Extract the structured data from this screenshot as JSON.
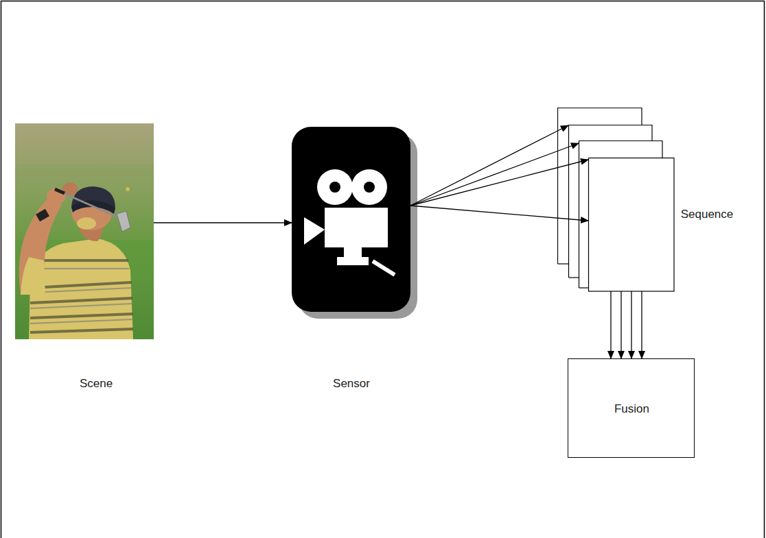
{
  "diagram": {
    "nodes": [
      {
        "text": [
          "Scene"
        ]
      },
      {
        "text": [
          "Sensor"
        ]
      },
      {
        "text": [
          "Sequence"
        ]
      },
      {
        "text": [
          "Fusion"
        ]
      }
    ],
    "edges": [
      {
        "from": 0,
        "to": 1,
        "arrow": "to"
      },
      {
        "from": 1,
        "to": 2,
        "arrow": "to"
      },
      {
        "from": 1,
        "to": 2,
        "arrow": "to"
      },
      {
        "from": 1,
        "to": 2,
        "arrow": "to"
      },
      {
        "from": 1,
        "to": 2,
        "arrow": "to"
      },
      {
        "from": 2,
        "to": 3,
        "arrow": "to"
      },
      {
        "from": 2,
        "to": 3,
        "arrow": "to"
      },
      {
        "from": 2,
        "to": 3,
        "arrow": "to"
      },
      {
        "from": 2,
        "to": 3,
        "arrow": "to"
      }
    ]
  }
}
